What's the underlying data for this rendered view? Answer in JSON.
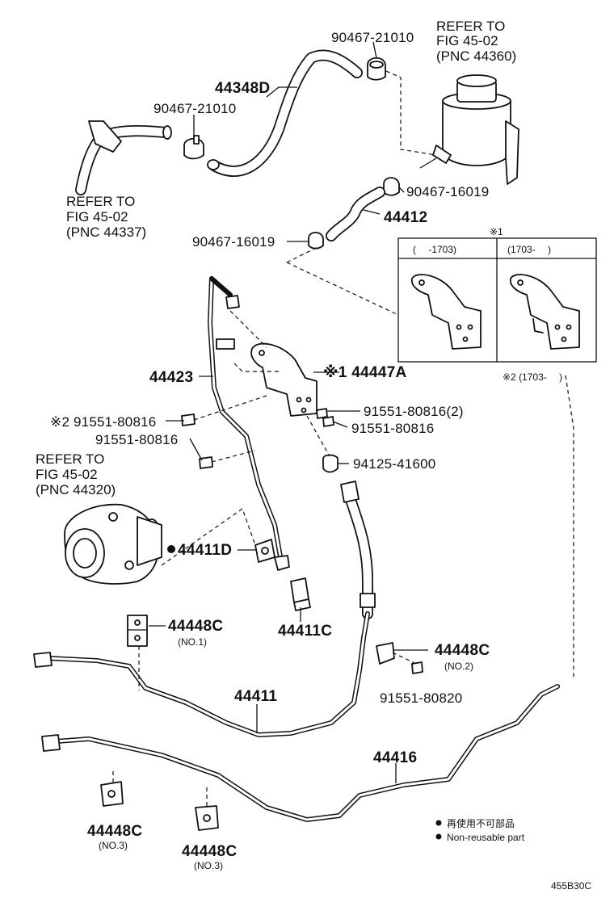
{
  "labels": {
    "clamp_top": "90467-21010",
    "refer_top_1": "REFER TO",
    "refer_top_2": "FIG 45-02",
    "refer_top_3": "(PNC 44360)",
    "hose_upper": "44348D",
    "clamp_mid": "90467-21010",
    "clamp_reservoir": "90467-16019",
    "refer_left_1": "REFER TO",
    "refer_left_2": "FIG 45-02",
    "refer_left_3": "(PNC 44337)",
    "hose_44412": "44412",
    "clamp_left": "90467-16019",
    "note1_mark": "※1",
    "detail_col1": "(　 -1703)",
    "detail_col2": "(1703-　 )",
    "note2_caption": "※2 (1703-　 )",
    "pipe_44423": "44423",
    "bracket_44447a": "※1 44447A",
    "bolt_a": "91551-80816(2)",
    "bolt_b": "※2 91551-80816",
    "bolt_c": "91551-80816",
    "bolt_d": "91551-80816",
    "nut": "94125-41600",
    "refer_pump_1": "REFER TO",
    "refer_pump_2": "FIG 45-02",
    "refer_pump_3": "(PNC 44320)",
    "gasket_44411d": "44411D",
    "union_44411c": "44411C",
    "clamp_no1": "44448C",
    "clamp_no1_sub": "(NO.1)",
    "clamp_no2": "44448C",
    "clamp_no2_sub": "(NO.2)",
    "bolt_e": "91551-80820",
    "pressure_tube": "44411",
    "return_tube": "44416",
    "clamp_no3a": "44448C",
    "clamp_no3a_sub": "(NO.3)",
    "clamp_no3b": "44448C",
    "clamp_no3b_sub": "(NO.3)",
    "legend_jp": "再使用不可部品",
    "legend_en": "Non-reusable part",
    "diagram_id": "455B30C"
  }
}
